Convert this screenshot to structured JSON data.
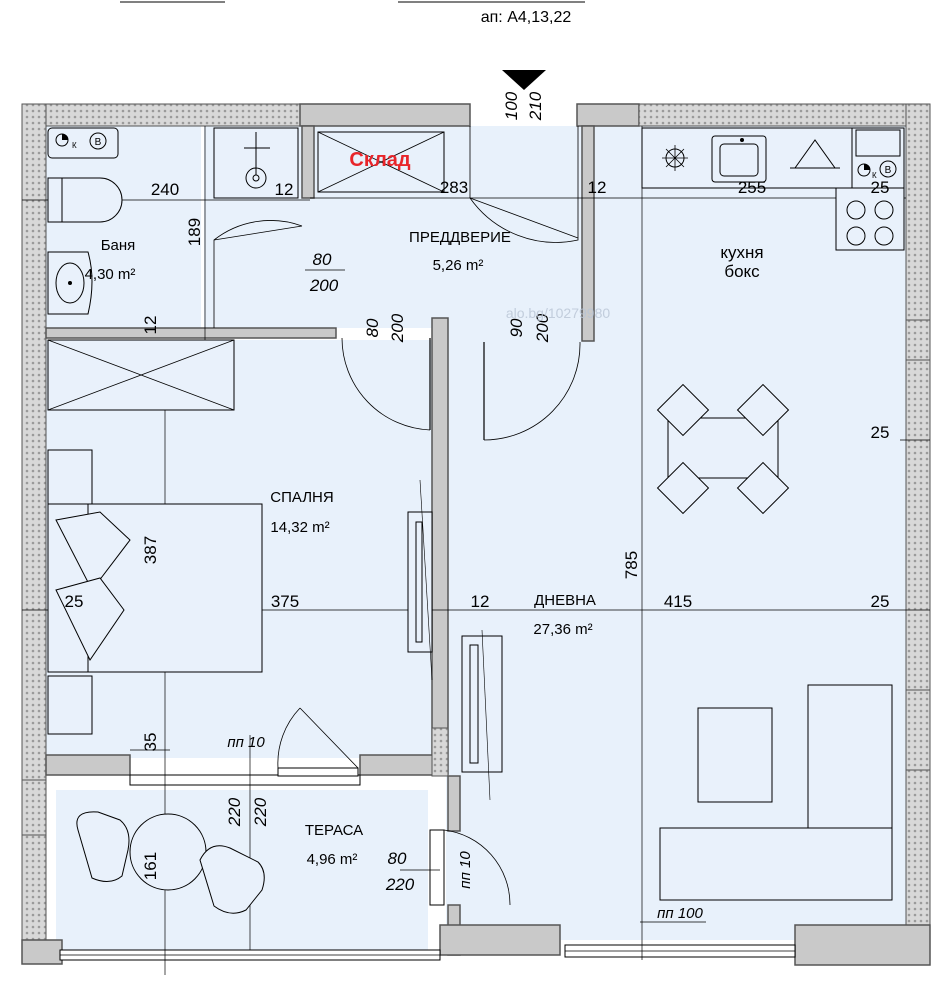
{
  "colors": {
    "floor": "#e8f1fb",
    "wall": "#c9c9c9",
    "accent": "#e8252a"
  },
  "header": {
    "apartment": "ап: А4,13,22"
  },
  "rooms": {
    "bath": {
      "name": "Баня",
      "area": "4,30 m²"
    },
    "hall": {
      "name": "ПРЕДДВЕРИЕ",
      "area": "5,26 m²"
    },
    "storage": {
      "name": "Склад"
    },
    "kitchen": {
      "line1": "кухня",
      "line2": "бокс"
    },
    "bedroom": {
      "name": "СПАЛНЯ",
      "area": "14,32 m²"
    },
    "living": {
      "name": "ДНЕВНА",
      "area": "27,36 m²"
    },
    "terrace": {
      "name": "ТЕРАСА",
      "area": "4,96 m²"
    }
  },
  "dimensions": {
    "d240": "240",
    "d12a": "12",
    "d283": "283",
    "d12b": "12",
    "d255": "255",
    "d25a": "25",
    "d189": "189",
    "d12c": "12",
    "d80a": "80",
    "d200a": "200",
    "d100": "100",
    "d210": "210",
    "d80b": "80",
    "d200b": "200",
    "d90": "90",
    "d200c": "200",
    "d25b": "25",
    "d387": "387",
    "d785": "785",
    "d25c": "25",
    "d375": "375",
    "d12d": "12",
    "d415": "415",
    "d25d": "25",
    "d35": "35",
    "pp10a": "пп 10",
    "d220a": "220",
    "d220b": "220",
    "d161": "161",
    "d80c": "80",
    "d220c": "220",
    "pp10b": "пп 10",
    "pp100": "пп 100"
  },
  "watermark": "alo.bg/10279980",
  "appliance_labels": {
    "k1": "К",
    "b1": "В",
    "k2": "К",
    "b2": "В"
  }
}
